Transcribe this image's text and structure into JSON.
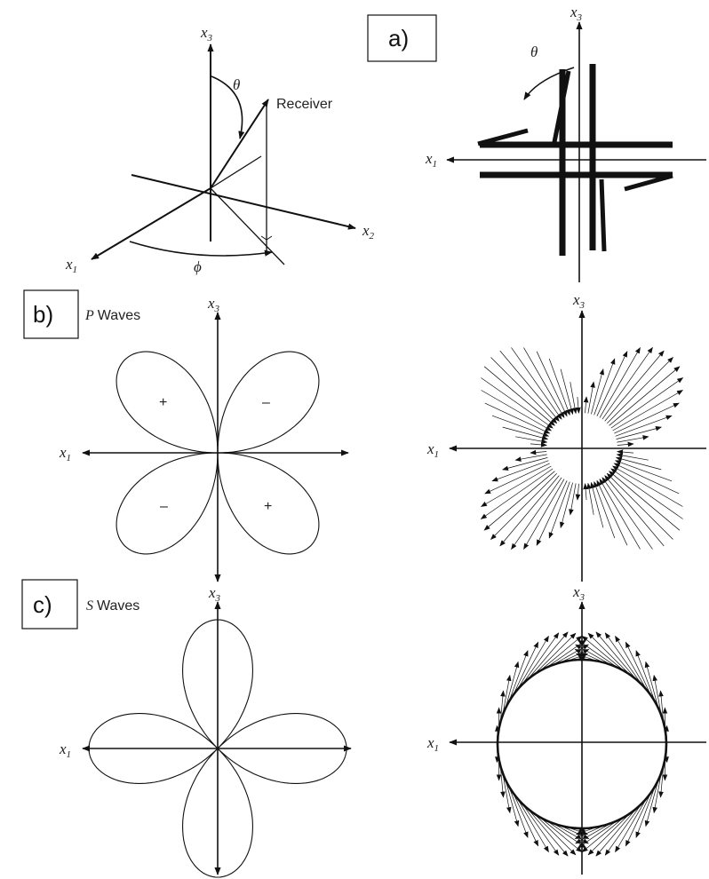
{
  "panels": {
    "a": {
      "label": "a)"
    },
    "b": {
      "label": "b)",
      "title": "Waves",
      "title_prefix": "P"
    },
    "c": {
      "label": "c)",
      "title": "Waves",
      "title_prefix": "S"
    }
  },
  "geometry_panel": {
    "x3": "x",
    "x3_sub": "3",
    "x1": "x",
    "x1_sub": "1",
    "x2": "x",
    "x2_sub": "2",
    "theta": "θ",
    "phi": "ϕ",
    "receiver": "Receiver"
  },
  "fault_panel": {
    "x3": "x",
    "x3_sub": "3",
    "x1": "x",
    "x1_sub": "1",
    "theta": "θ"
  },
  "p_pattern": {
    "x3": "x",
    "x3_sub": "3",
    "x1": "x",
    "x1_sub": "1",
    "signs": [
      "+",
      "–",
      "–",
      "+"
    ]
  },
  "p_arrows": {
    "x3": "x",
    "x3_sub": "3",
    "x1": "x",
    "x1_sub": "1"
  },
  "s_pattern": {
    "x3": "x",
    "x3_sub": "3",
    "x1": "x",
    "x1_sub": "1"
  },
  "s_arrows": {
    "x3": "x",
    "x3_sub": "3",
    "x1": "x",
    "x1_sub": "1"
  },
  "colors": {
    "ink": "#111111",
    "background": "#ffffff"
  }
}
